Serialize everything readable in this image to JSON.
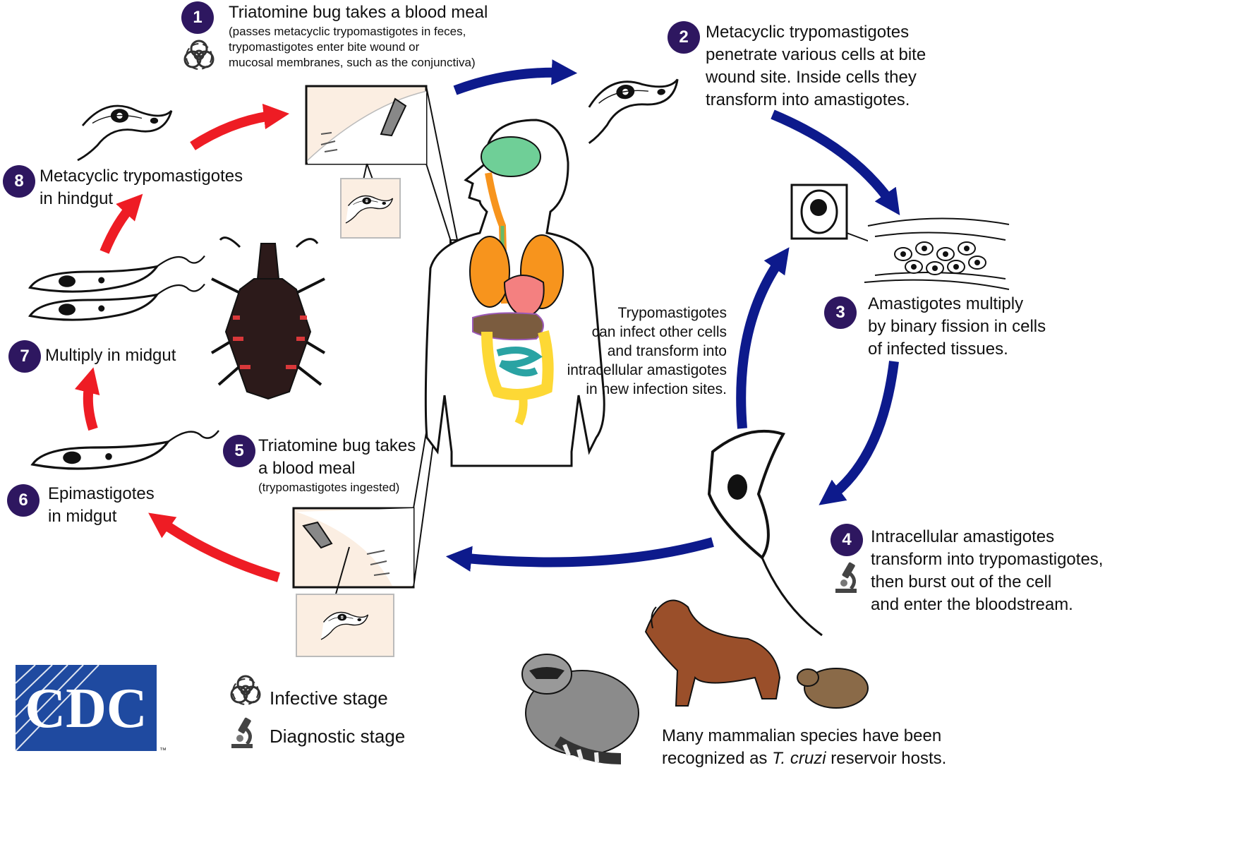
{
  "steps": [
    {
      "number": "1",
      "title": "Triatomine bug takes a blood meal",
      "detail": [
        "(passes metacyclic trypomastigotes in feces,",
        "trypomastigotes enter bite wound or",
        "mucosal membranes, such as the conjunctiva)"
      ]
    },
    {
      "number": "2",
      "lines": [
        "Metacyclic trypomastigotes",
        "penetrate various cells at bite",
        "wound site.  Inside cells they",
        "transform into amastigotes."
      ]
    },
    {
      "number": "3",
      "lines": [
        "Amastigotes multiply",
        "by binary fission in cells",
        "of infected tissues."
      ]
    },
    {
      "number": "4",
      "lines": [
        "Intracellular amastigotes",
        "transform into trypomastigotes,",
        "then burst out of the cell",
        "and enter the bloodstream."
      ]
    },
    {
      "number": "5",
      "lines": [
        "Triatomine bug takes",
        "a blood meal"
      ],
      "detail": "(trypomastigotes ingested)"
    },
    {
      "number": "6",
      "lines": [
        "Epimastigotes",
        "in midgut"
      ]
    },
    {
      "number": "7",
      "lines": [
        "Multiply in midgut"
      ]
    },
    {
      "number": "8",
      "lines": [
        "Metacyclic trypomastigotes",
        "in hindgut"
      ]
    }
  ],
  "center_note": [
    "Trypomastigotes",
    "can infect other cells",
    "and transform into",
    "intracellular amastigotes",
    "in new infection sites."
  ],
  "legend": {
    "infective": "Infective stage",
    "diagnostic": "Diagnostic stage"
  },
  "reservoir": {
    "line1": "Many mammalian species have been",
    "line2_prefix": "recognized as ",
    "line2_italic": "T. cruzi",
    "line2_suffix": " reservoir hosts."
  },
  "logo": {
    "text": "CDC",
    "tm": "™"
  },
  "colors": {
    "human_cycle_arrow": "#0d1a8c",
    "bug_cycle_arrow": "#ee1c24",
    "badge": "#2e1760",
    "cdc_blue": "#1f4aa0",
    "inset_bg": "#fbeee2"
  },
  "icons": [
    "biohazard-icon",
    "microscope-icon"
  ]
}
